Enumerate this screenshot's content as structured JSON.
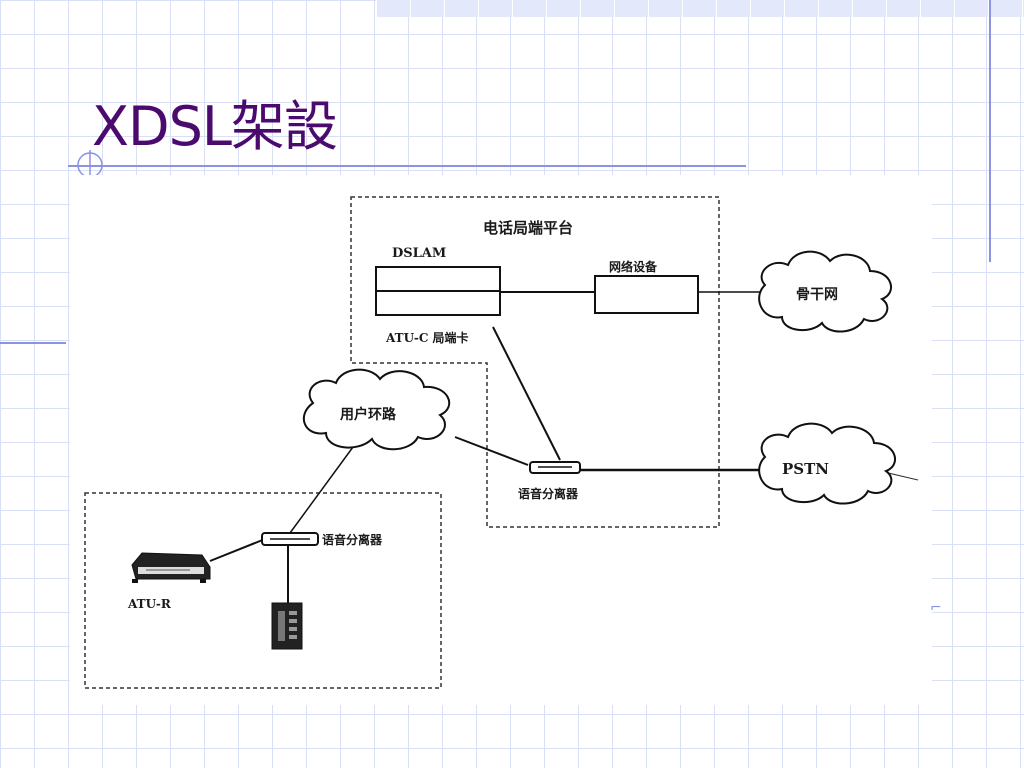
{
  "slide": {
    "title": "XDSL架設"
  },
  "diagram": {
    "central_office_title": "电话局端平台",
    "dslam_label": "DSLAM",
    "atu_c_label": "ATU-C 局端卡",
    "network_device_label": "网络设备",
    "backbone_label": "骨干网",
    "user_loop_label": "用户环路",
    "co_splitter_label": "语音分离器",
    "pstn_label": "PSTN",
    "user_splitter_label": "语音分离器",
    "atu_r_label": "ATU-R"
  }
}
